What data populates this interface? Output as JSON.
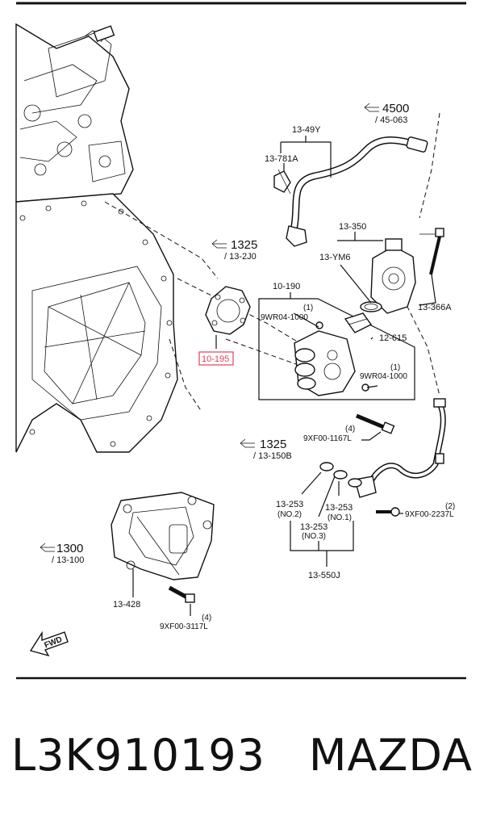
{
  "refs": {
    "r4500": "4500",
    "r4500_sub": "/ 45-063",
    "r1325a": "1325",
    "r1325a_sub": "/ 13-2J0",
    "r1325b": "1325",
    "r1325b_sub": "/ 13-150B",
    "r1300": "1300",
    "r1300_sub": "/ 13-100"
  },
  "labels": {
    "l13_49Y": "13-49Y",
    "l13_781A": "13-781A",
    "l13_350": "13-350",
    "l13_YM6": "13-YM6",
    "l13_366A": "13-366A",
    "l10_190": "10-190",
    "l1a": "(1)",
    "l9WR_a": "9WR04-1000",
    "l12_615": "12-615",
    "l1b": "(1)",
    "l9WR_b": "9WR04-1000",
    "l10_195": "10-195",
    "l4a": "(4)",
    "l9XF_1167": "9XF00-1167L",
    "l13_253_no2": "13-253",
    "l_no2": "(NO.2)",
    "l13_253_no1": "13-253",
    "l_no1": "(NO.1)",
    "l13_253_no3": "13-253",
    "l_no3": "(NO.3)",
    "l2": "(2)",
    "l9XF_2237": "9XF00-2237L",
    "l13_550J": "13-550J",
    "l13_428": "13-428",
    "l4b": "(4)",
    "l9XF_3117": "9XF00-3117L",
    "fwd": "FWD"
  },
  "highlight_color": "#e0405a",
  "footer": {
    "part_number": "L3K910193",
    "brand": "MAZDA"
  }
}
